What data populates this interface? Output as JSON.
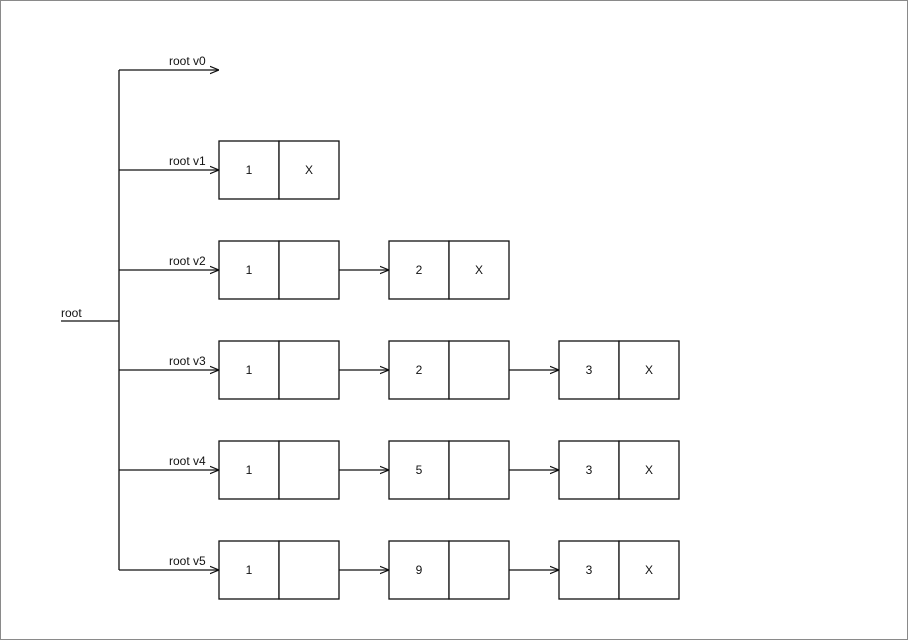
{
  "root_label": "root",
  "null_marker": "X",
  "versions": [
    {
      "label": "root v0",
      "nodes": []
    },
    {
      "label": "root v1",
      "nodes": [
        "1"
      ]
    },
    {
      "label": "root v2",
      "nodes": [
        "1",
        "2"
      ]
    },
    {
      "label": "root v3",
      "nodes": [
        "1",
        "2",
        "3"
      ]
    },
    {
      "label": "root v4",
      "nodes": [
        "1",
        "5",
        "3"
      ]
    },
    {
      "label": "root v5",
      "nodes": [
        "1",
        "9",
        "3"
      ]
    }
  ],
  "colors": {
    "stroke": "#111111",
    "text": "#111111",
    "border": "#8a8a8a"
  }
}
